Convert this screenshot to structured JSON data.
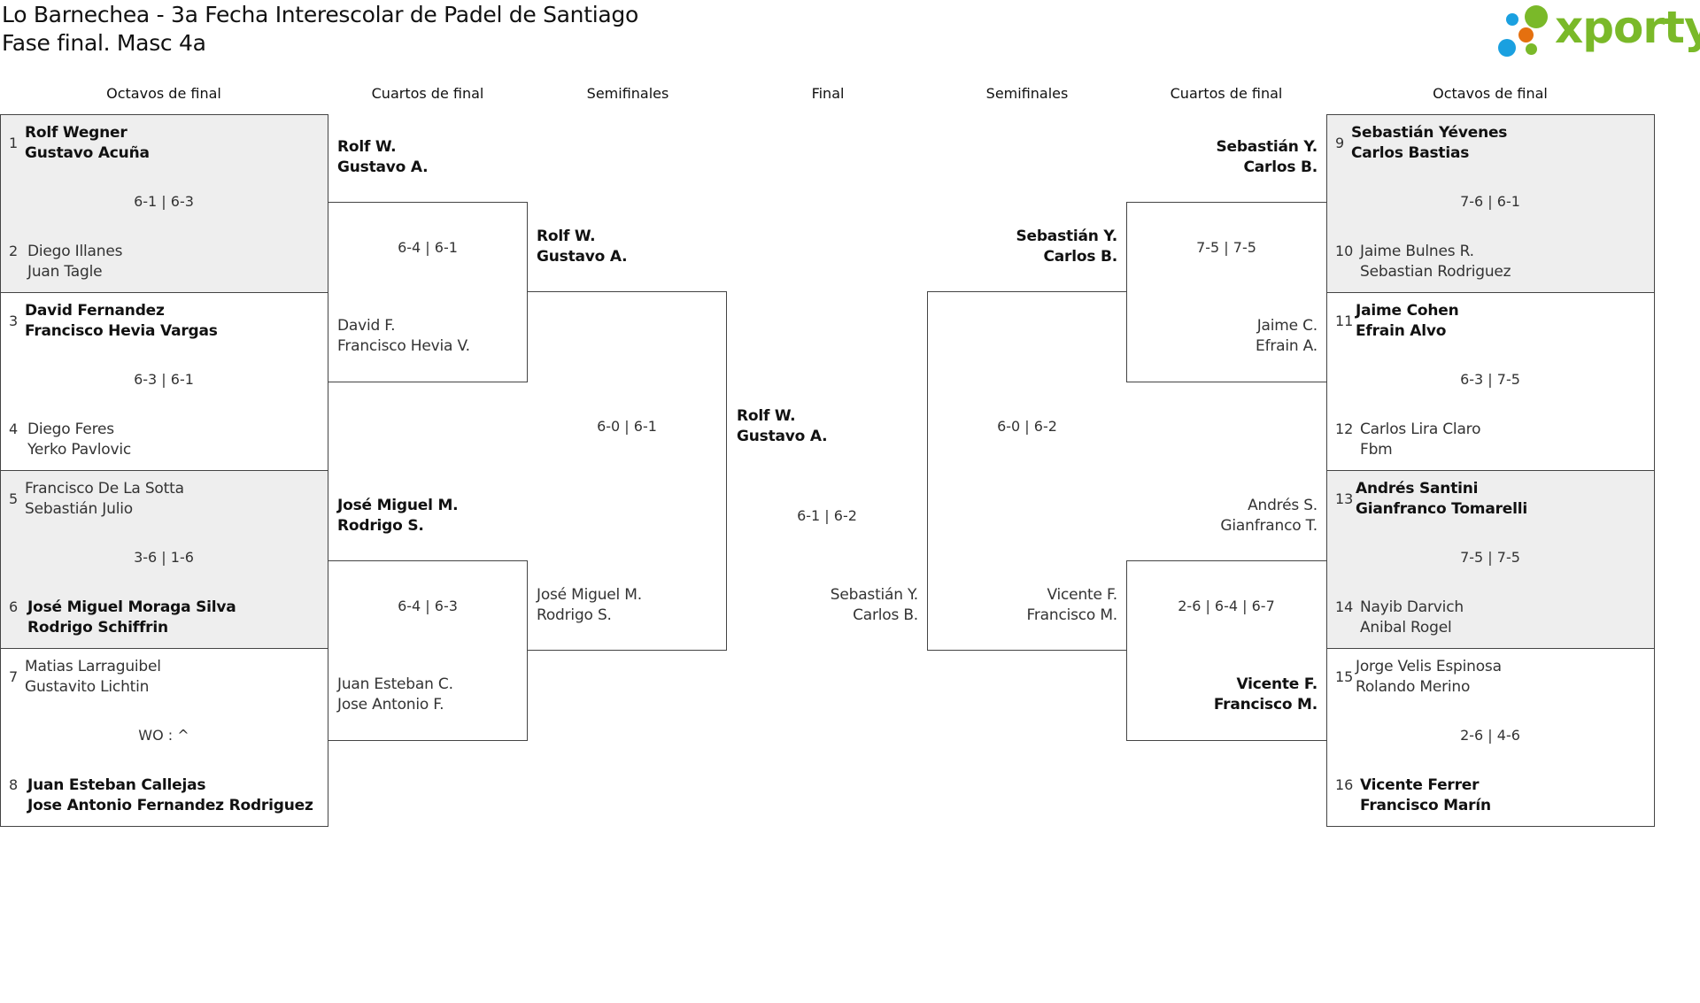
{
  "title": {
    "line1": "Lo Barnechea - 3a Fecha Interescolar de Padel de Santiago",
    "line2": "Fase final. Masc 4a"
  },
  "logo": {
    "text": "xporty",
    "colors": {
      "green": "#7ab929",
      "blue": "#1aa0e0",
      "orange": "#e5700f"
    }
  },
  "headers": [
    "Octavos de final",
    "Cuartos de final",
    "Semifinales",
    "Final",
    "Semifinales",
    "Cuartos de final",
    "Octavos de final"
  ],
  "round_of_16": [
    {
      "seed1": "1",
      "team1": [
        "Rolf Wegner",
        "Gustavo Acuña"
      ],
      "seed2": "2",
      "team2": [
        "Diego Illanes",
        "Juan Tagle"
      ],
      "score": "6-1 | 6-3",
      "winner": 1
    },
    {
      "seed1": "3",
      "team1": [
        "David Fernandez",
        "Francisco Hevia Vargas"
      ],
      "seed2": "4",
      "team2": [
        "Diego Feres",
        "Yerko Pavlovic"
      ],
      "score": "6-3 | 6-1",
      "winner": 1
    },
    {
      "seed1": "5",
      "team1": [
        "Francisco De La Sotta",
        "Sebastián Julio"
      ],
      "seed2": "6",
      "team2": [
        "José Miguel Moraga Silva",
        "Rodrigo Schiffrin"
      ],
      "score": "3-6 | 1-6",
      "winner": 2
    },
    {
      "seed1": "7",
      "team1": [
        "Matias Larraguibel",
        "Gustavito Lichtin"
      ],
      "seed2": "8",
      "team2": [
        "Juan Esteban Callejas",
        "Jose Antonio Fernandez Rodriguez"
      ],
      "score": "WO : ^",
      "winner": 2
    },
    {
      "seed1": "9",
      "team1": [
        "Sebastián Yévenes",
        "Carlos Bastias"
      ],
      "seed2": "10",
      "team2": [
        "Jaime Bulnes R.",
        "Sebastian Rodriguez"
      ],
      "score": "7-6 | 6-1",
      "winner": 1
    },
    {
      "seed1": "11",
      "team1": [
        "Jaime Cohen",
        "Efrain Alvo"
      ],
      "seed2": "12",
      "team2": [
        "Carlos Lira Claro",
        "Fbm"
      ],
      "score": "6-3 | 7-5",
      "winner": 1
    },
    {
      "seed1": "13",
      "team1": [
        "Andrés Santini",
        "Gianfranco Tomarelli"
      ],
      "seed2": "14",
      "team2": [
        "Nayib Darvich",
        "Anibal Rogel"
      ],
      "score": "7-5 | 7-5",
      "winner": 1
    },
    {
      "seed1": "15",
      "team1": [
        "Jorge Velis Espinosa",
        "Rolando Merino"
      ],
      "seed2": "16",
      "team2": [
        "Vicente Ferrer",
        "Francisco Marín"
      ],
      "score": "2-6 | 4-6",
      "winner": 2
    }
  ],
  "quarterfinals": [
    {
      "top": [
        "Rolf W.",
        "Gustavo A."
      ],
      "bottom": [
        "David F.",
        "Francisco Hevia V."
      ],
      "score": "6-4 | 6-1",
      "winner": 1
    },
    {
      "top": [
        "José Miguel M.",
        "Rodrigo S."
      ],
      "bottom": [
        "Juan Esteban C.",
        "Jose Antonio F."
      ],
      "score": "6-4 | 6-3",
      "winner": 1
    },
    {
      "top": [
        "Sebastián Y.",
        "Carlos B."
      ],
      "bottom": [
        "Jaime C.",
        "Efrain A."
      ],
      "score": "7-5 | 7-5",
      "winner": 1
    },
    {
      "top": [
        "Andrés S.",
        "Gianfranco T."
      ],
      "bottom": [
        "Vicente F.",
        "Francisco M."
      ],
      "score": "2-6 | 6-4 | 6-7",
      "winner": 2
    }
  ],
  "semifinals": [
    {
      "top": [
        "Rolf W.",
        "Gustavo A."
      ],
      "bottom": [
        "José Miguel M.",
        "Rodrigo S."
      ],
      "score": "6-0 | 6-1",
      "winner": 1
    },
    {
      "top": [
        "Sebastián Y.",
        "Carlos B."
      ],
      "bottom": [
        "Vicente F.",
        "Francisco M."
      ],
      "score": "6-0 | 6-2",
      "winner": 1
    }
  ],
  "final": {
    "top": [
      "Rolf W.",
      "Gustavo A."
    ],
    "bottom": [
      "Sebastián Y.",
      "Carlos B."
    ],
    "score": "6-1 | 6-2",
    "winner": 1
  }
}
